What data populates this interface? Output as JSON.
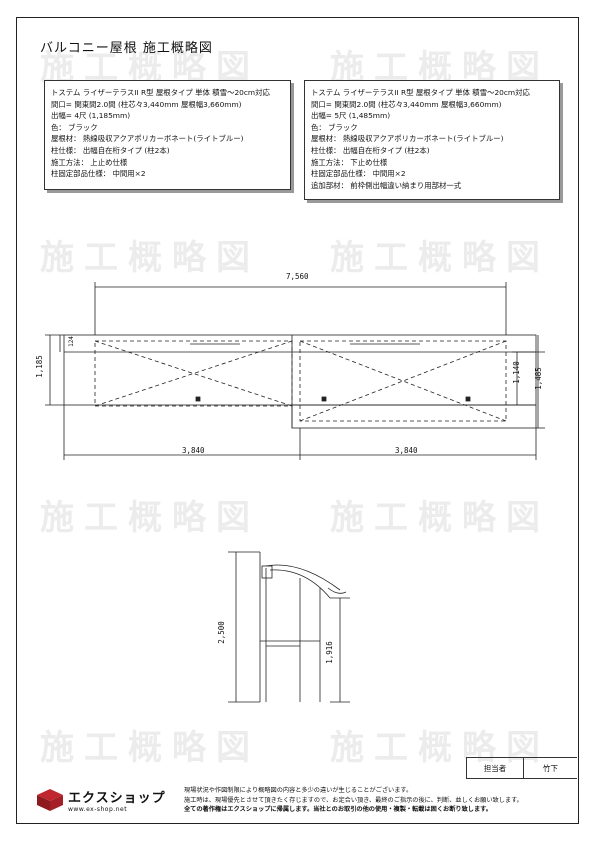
{
  "page": {
    "title": "バルコニー屋根 施工概略図"
  },
  "watermark": "施工概略図",
  "spec_left": {
    "lines": [
      "トステム ライザーテラスII R型 屋根タイプ 単体 積雪～20cm対応",
      "間口= 関東間2.0間 (柱芯々3,440mm 屋根幅3,660mm)",
      "出幅= 4尺 (1,185mm)",
      "色： ブラック",
      "屋根材： 熱線吸収アクアポリカーボネート(ライトブルー)",
      "柱仕様： 出幅自在桁タイプ (柱2本)",
      "施工方法： 上止め仕様",
      "柱固定部品仕様： 中間用×2"
    ]
  },
  "spec_right": {
    "lines": [
      "トステム ライザーテラスII R型 屋根タイプ 単体 積雪～20cm対応",
      "間口= 関東間2.0間 (柱芯々3,440mm 屋根幅3,660mm)",
      "出幅= 5尺 (1,485mm)",
      "色： ブラック",
      "屋根材： 熱線吸収アクアポリカーボネート(ライトブルー)",
      "柱仕様： 出幅自在桁タイプ (柱2本)",
      "施工方法： 下止め仕様",
      "柱固定部品仕様： 中間用×2",
      "追加部材： 前枠側出幅違い納まり用部材一式"
    ]
  },
  "plan": {
    "top_dim": "7,560",
    "left_dim_a": "1,185",
    "left_dim_b": "124",
    "right_dim_a": "1,140",
    "right_dim_b": "1,485",
    "bottom_dim_left": "3,840",
    "bottom_dim_right": "3,840"
  },
  "section": {
    "height_dim": "2,500",
    "inner_dim": "1,916"
  },
  "stamp": {
    "label": "担当者",
    "value": "竹下"
  },
  "logo": {
    "name": "エクスショップ",
    "url": "www.ex-shop.net"
  },
  "note_lines": [
    "現場状況や作図制限により概略図の内容と多少の違いが生じることがございます。",
    "施工時は、現場優先とさせて頂きたく存じますので、お定合い頂き、最終のご指示の後に、判断、並しくお願い致します。",
    "全ての著作権はエクスショップに帰属します。当社とのお取引の他の使用・複製・転載は固くお断り致します。"
  ],
  "colors": {
    "logo_red": "#c0262d",
    "line": "#222222"
  }
}
